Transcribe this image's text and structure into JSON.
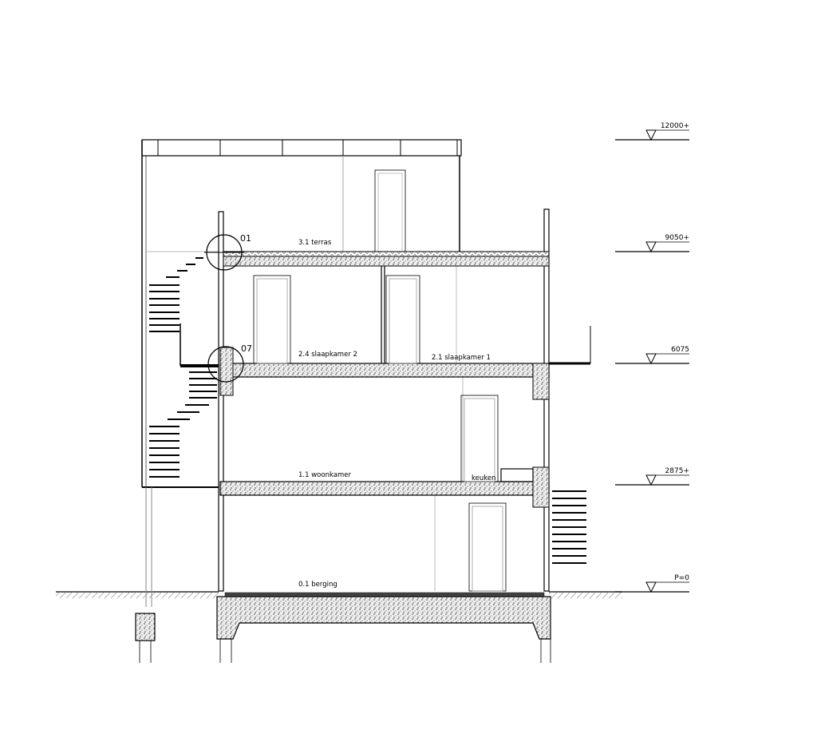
{
  "rooms": {
    "terras": "3.1  terras",
    "slaapkamer2": "2.4  slaapkamer  2",
    "slaapkamer1": "2.1  slaapkamer  1",
    "woonkamer": "1.1  woonkamer",
    "keuken": "keuken",
    "berging": "0.1  berging"
  },
  "details": {
    "d01": "01",
    "d07": "07"
  },
  "levels": [
    {
      "label": "12000+",
      "value": 12000
    },
    {
      "label": "9050+",
      "value": 9050
    },
    {
      "label": "6075",
      "value": 6075
    },
    {
      "label": "2875+",
      "value": 2875
    },
    {
      "label": "P=0",
      "value": 0
    }
  ],
  "colors": {
    "line": "#000000",
    "fill": "#ffffff",
    "hatch": "#555555"
  }
}
